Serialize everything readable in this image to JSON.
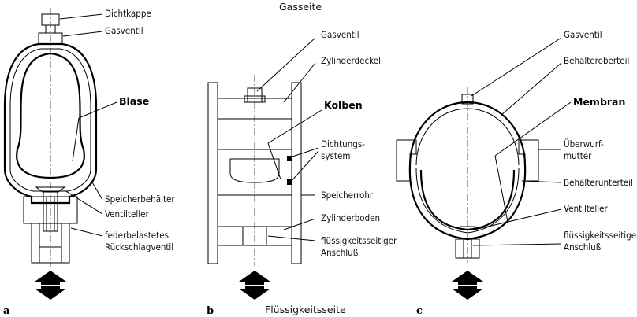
{
  "header": {
    "gas_side": "Gasseite",
    "fluid_side": "Flüssigkeitsseite"
  },
  "panels": {
    "a": "a",
    "b": "b",
    "c": "c"
  },
  "diagram_a": {
    "labels": {
      "cap": "Dichtkappe",
      "gas_valve": "Gasventil",
      "bladder": "Blase",
      "vessel": "Speicherbehälter",
      "valve_disc": "Ventilteller",
      "check_valve_1": "federbelastetes",
      "check_valve_2": "Rückschlagventil"
    }
  },
  "diagram_b": {
    "labels": {
      "gas_valve": "Gasventil",
      "cylinder_cover": "Zylinderdeckel",
      "piston": "Kolben",
      "seal_1": "Dichtungs-",
      "seal_2": "system",
      "pipe": "Speicherrohr",
      "cylinder_bottom": "Zylinderboden",
      "fluid_port_1": "flüssigkeitsseitiger",
      "fluid_port_2": "Anschluß"
    }
  },
  "diagram_c": {
    "labels": {
      "gas_valve": "Gasventil",
      "upper_part": "Behälteroberteil",
      "membrane": "Membran",
      "nut_1": "Überwurf-",
      "nut_2": "mutter",
      "lower_part": "Behälterunterteil",
      "valve_disc": "Ventilteller",
      "fluid_port_1": "flüssigkeitsseitiger",
      "fluid_port_2": "Anschluß"
    }
  }
}
